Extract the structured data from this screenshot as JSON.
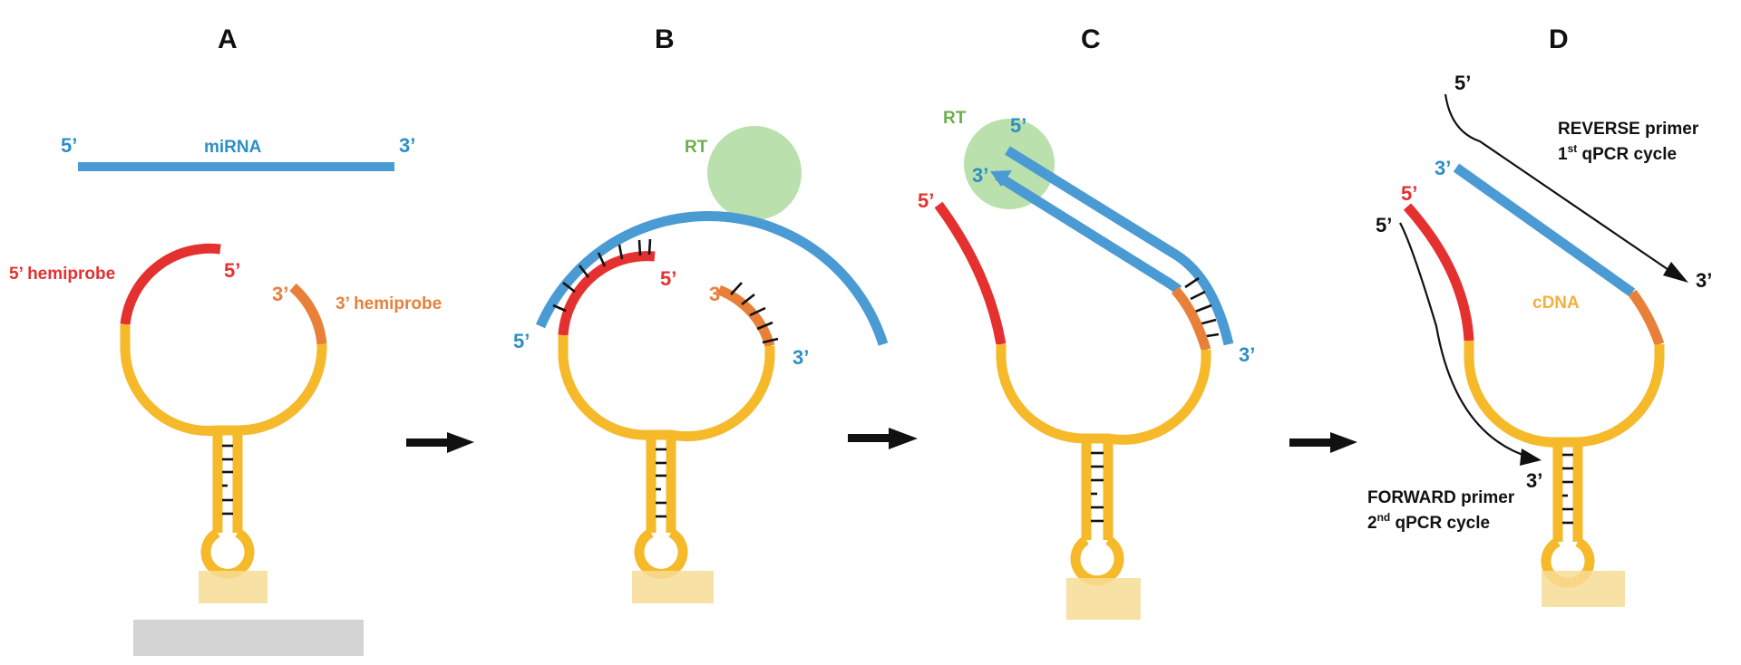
{
  "colors": {
    "mirna_blue": "#4a9ad4",
    "end_blue": "#2e8fc4",
    "hemiprobe_red": "#e53030",
    "hemiprobe_orange": "#e8803a",
    "stem_yellow": "#f5b92a",
    "rt_green": "#b9e0ad",
    "rt_text_green": "#6ab04c",
    "cdna_yellow": "#f2b13c",
    "black": "#111111"
  },
  "panels": {
    "a": {
      "label": "A",
      "mirna_label": "miRNA",
      "mirna_5": "5’",
      "mirna_3": "3’",
      "hemi5_label": "5’ hemiprobe",
      "hemi5_end": "5’",
      "hemi3_end": "3’",
      "hemi3_label": "3’ hemiprobe"
    },
    "b": {
      "label": "B",
      "rt": "RT",
      "red_end": "5’",
      "orange_end": "3’",
      "blue_5": "5’",
      "blue_3": "3’"
    },
    "c": {
      "label": "C",
      "rt": "RT",
      "blue_5": "5’",
      "blue_3": "3’",
      "red_end": "5’",
      "outer_3": "3’"
    },
    "d": {
      "label": "D",
      "rev_5": "5’",
      "reverse_line1": "REVERSE primer",
      "reverse_line2": "1",
      "reverse_sup": "st",
      "reverse_cycle": " qPCR cycle",
      "rev_3": "3’",
      "blue_3": "3’",
      "red_5": "5’",
      "fwd_5": "5’",
      "fwd_3": "3’",
      "cdna": "cDNA",
      "forward_line1": "FORWARD primer",
      "forward_line2": "2",
      "forward_sup": "nd",
      "forward_cycle": " qPCR cycle"
    }
  }
}
